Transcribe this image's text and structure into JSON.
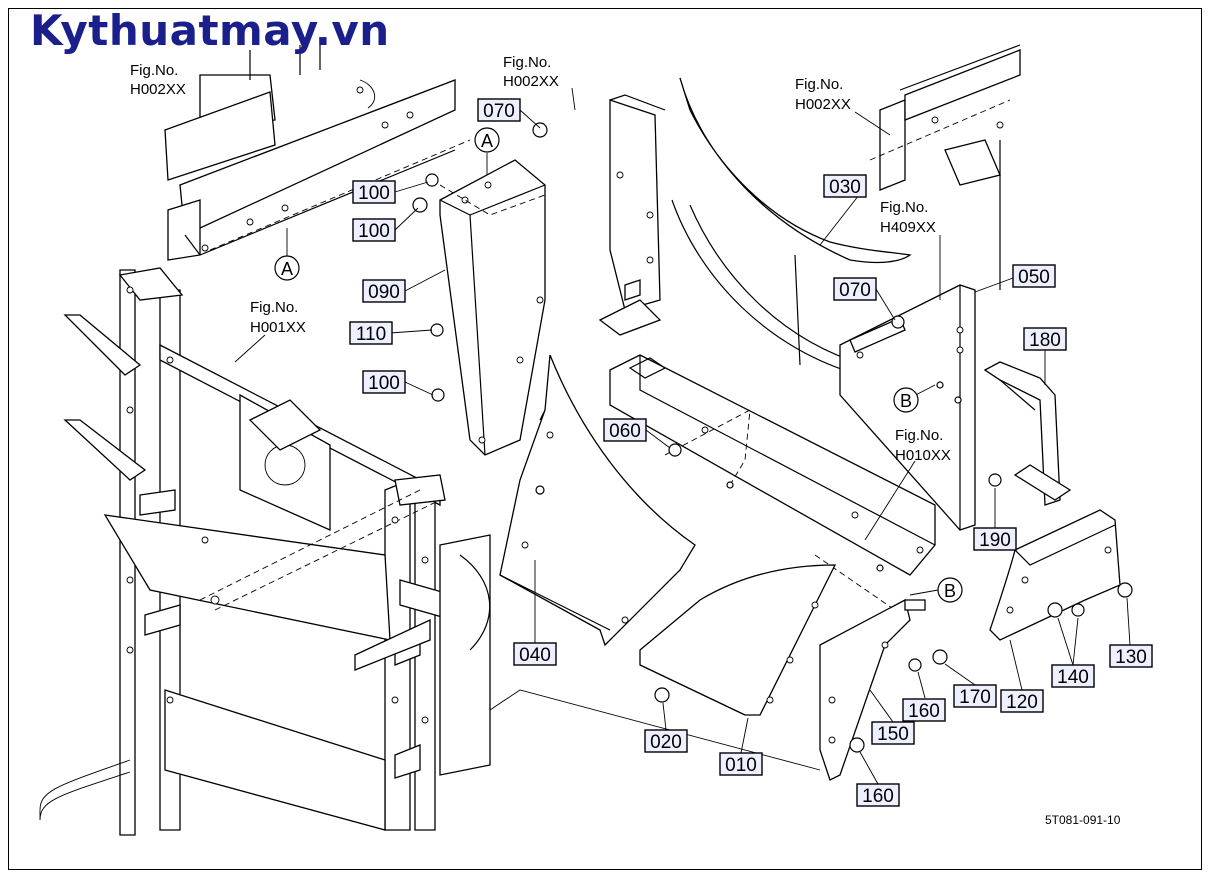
{
  "brand": {
    "text": "Kythuatmay.vn",
    "color": "#1a1f8c"
  },
  "drawing_number": "5T081-091-10",
  "fig_refs": [
    {
      "no": "Fig.No.",
      "code": "H002XX"
    },
    {
      "no": "Fig.No.",
      "code": "H002XX"
    },
    {
      "no": "Fig.No.",
      "code": "H002XX"
    },
    {
      "no": "Fig.No.",
      "code": "H409XX"
    },
    {
      "no": "Fig.No.",
      "code": "H001XX"
    },
    {
      "no": "Fig.No.",
      "code": "H010XX"
    }
  ],
  "part_callouts": [
    {
      "label": "070"
    },
    {
      "label": "100"
    },
    {
      "label": "100"
    },
    {
      "label": "090"
    },
    {
      "label": "110"
    },
    {
      "label": "100"
    },
    {
      "label": "030"
    },
    {
      "label": "070"
    },
    {
      "label": "050"
    },
    {
      "label": "180"
    },
    {
      "label": "060"
    },
    {
      "label": "190"
    },
    {
      "label": "040"
    },
    {
      "label": "020"
    },
    {
      "label": "010"
    },
    {
      "label": "160"
    },
    {
      "label": "170"
    },
    {
      "label": "150"
    },
    {
      "label": "160"
    },
    {
      "label": "120"
    },
    {
      "label": "140"
    },
    {
      "label": "130"
    }
  ],
  "section_markers": [
    {
      "label": "A"
    },
    {
      "label": "A"
    },
    {
      "label": "B"
    },
    {
      "label": "B"
    }
  ]
}
